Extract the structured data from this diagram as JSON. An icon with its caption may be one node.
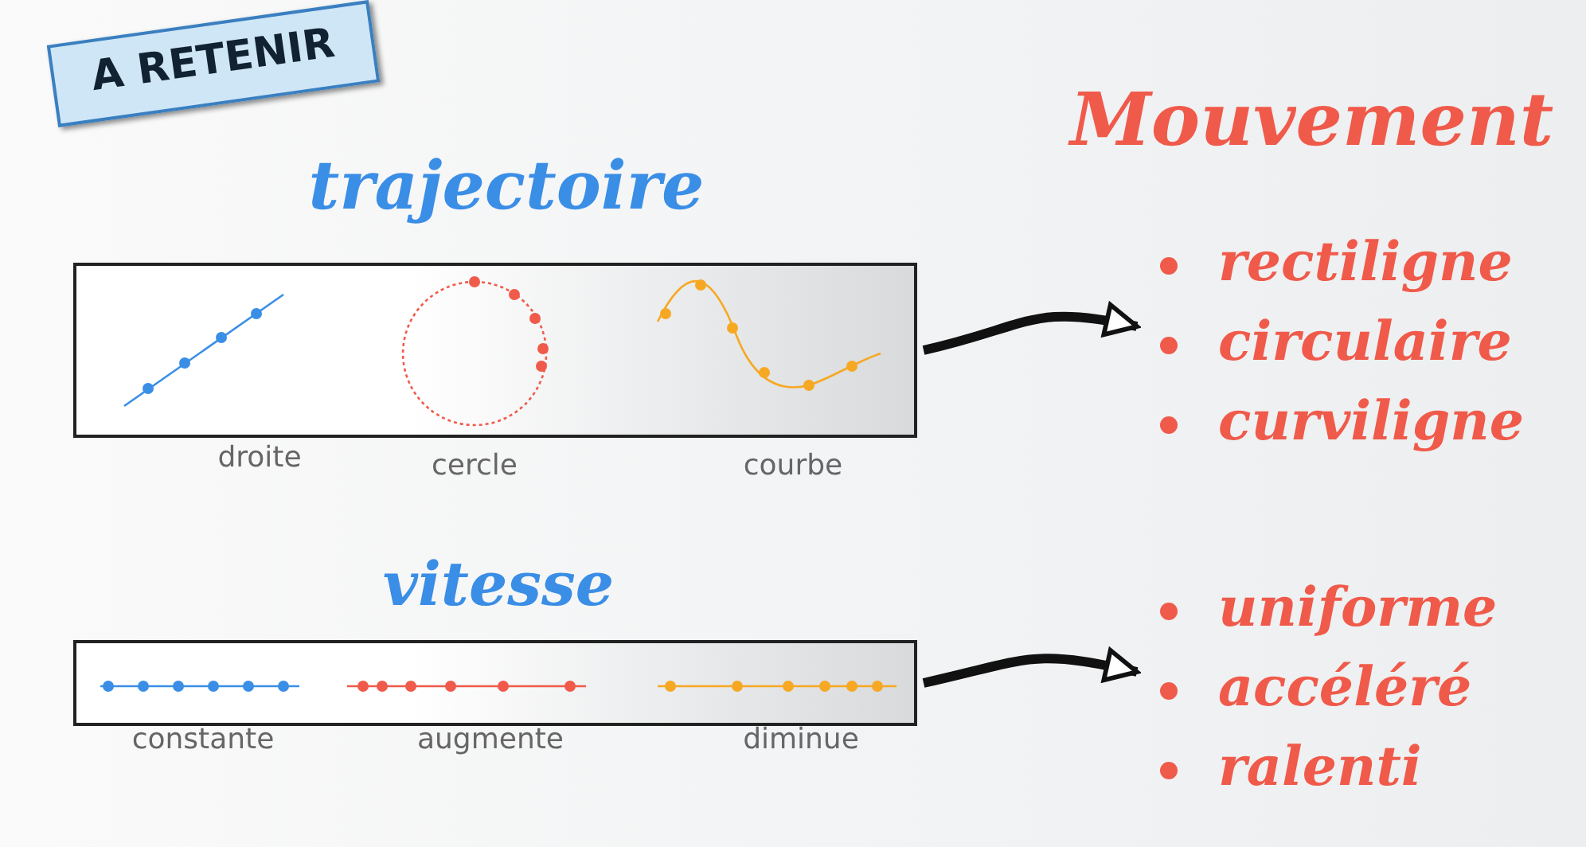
{
  "diagram": {
    "nodes": [
      {
        "text": [
          "A RETENIR"
        ]
      },
      {
        "text": [
          "trajectoire"
        ]
      },
      {
        "text": [],
        "shape": "picture",
        "in": 1,
        "beside": [
          "droite"
        ]
      },
      {
        "text": [],
        "shape": "picture",
        "in": 1,
        "beside": [
          "cercle"
        ]
      },
      {
        "text": [],
        "shape": "picture",
        "in": 1,
        "beside": [
          "courbe"
        ]
      },
      {
        "text": [
          "rectiligne",
          "circulaire",
          "curviligne"
        ]
      },
      {
        "text": [
          "vitesse"
        ]
      },
      {
        "text": [],
        "shape": "picture",
        "in": 6,
        "beside": [
          "constante"
        ]
      },
      {
        "text": [],
        "shape": "picture",
        "in": 6,
        "beside": [
          "augmente"
        ]
      },
      {
        "text": [],
        "shape": "picture",
        "in": 6,
        "beside": [
          "diminue"
        ]
      },
      {
        "text": [
          "uniforme",
          "accéléré",
          "ralenti"
        ]
      }
    ],
    "edges": [
      {
        "from": 1,
        "to": 5,
        "arrow": "to"
      },
      {
        "from": 6,
        "to": 10,
        "arrow": "to"
      }
    ],
    "labels": [
      "Mouvement"
    ]
  }
}
